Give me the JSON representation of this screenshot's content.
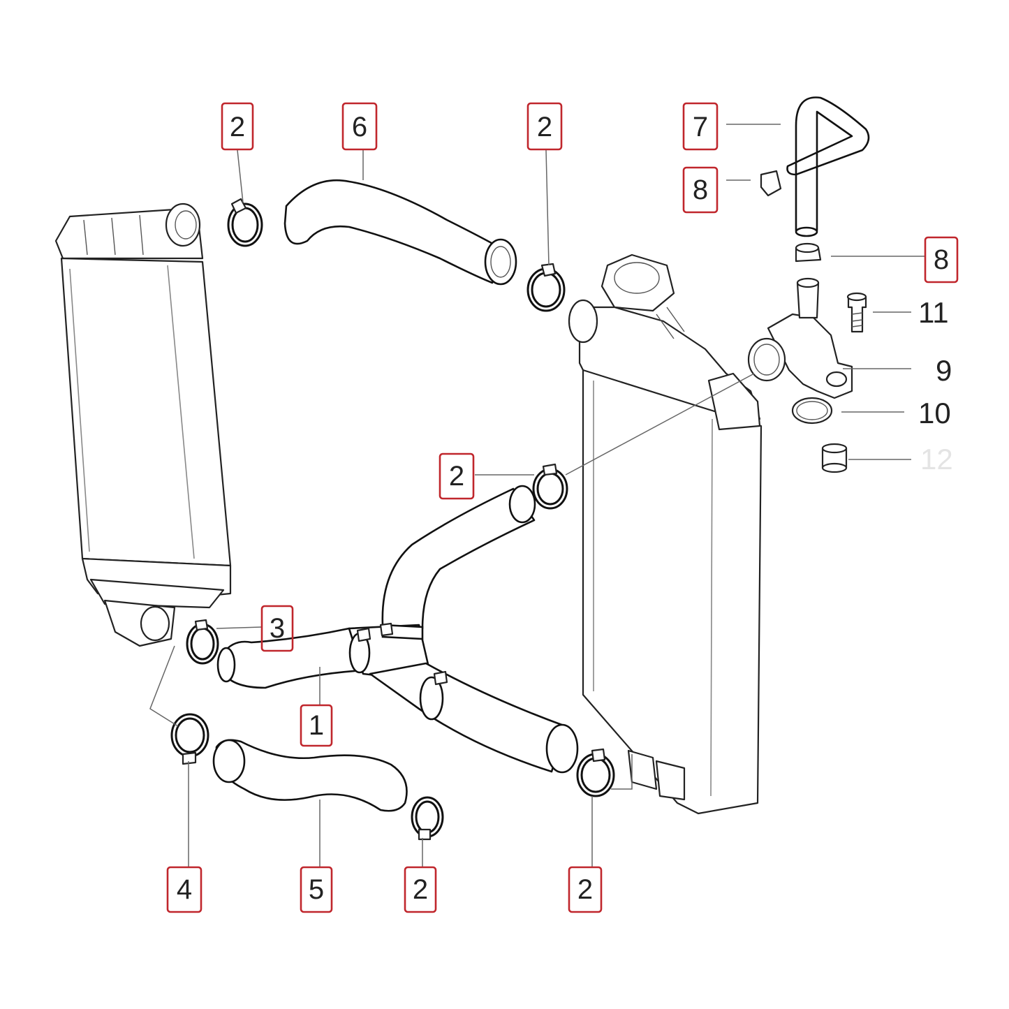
{
  "diagram": {
    "callouts_boxed": [
      {
        "id": "c1",
        "text": "2"
      },
      {
        "id": "c2",
        "text": "6"
      },
      {
        "id": "c3",
        "text": "2"
      },
      {
        "id": "c4",
        "text": "7"
      },
      {
        "id": "c5",
        "text": "8"
      },
      {
        "id": "c6",
        "text": "8"
      },
      {
        "id": "c7",
        "text": "2"
      },
      {
        "id": "c8",
        "text": "3"
      },
      {
        "id": "c9",
        "text": "1"
      },
      {
        "id": "c10",
        "text": "4"
      },
      {
        "id": "c11",
        "text": "5"
      },
      {
        "id": "c12",
        "text": "2"
      },
      {
        "id": "c13",
        "text": "2"
      }
    ],
    "callouts_plain": [
      {
        "id": "p1",
        "text": "11"
      },
      {
        "id": "p2",
        "text": "9"
      },
      {
        "id": "p3",
        "text": "10"
      },
      {
        "id": "p4",
        "text": "12"
      }
    ],
    "colors": {
      "callout_box": "#c0262c",
      "line_art": "#222222",
      "background": "#ffffff"
    }
  }
}
